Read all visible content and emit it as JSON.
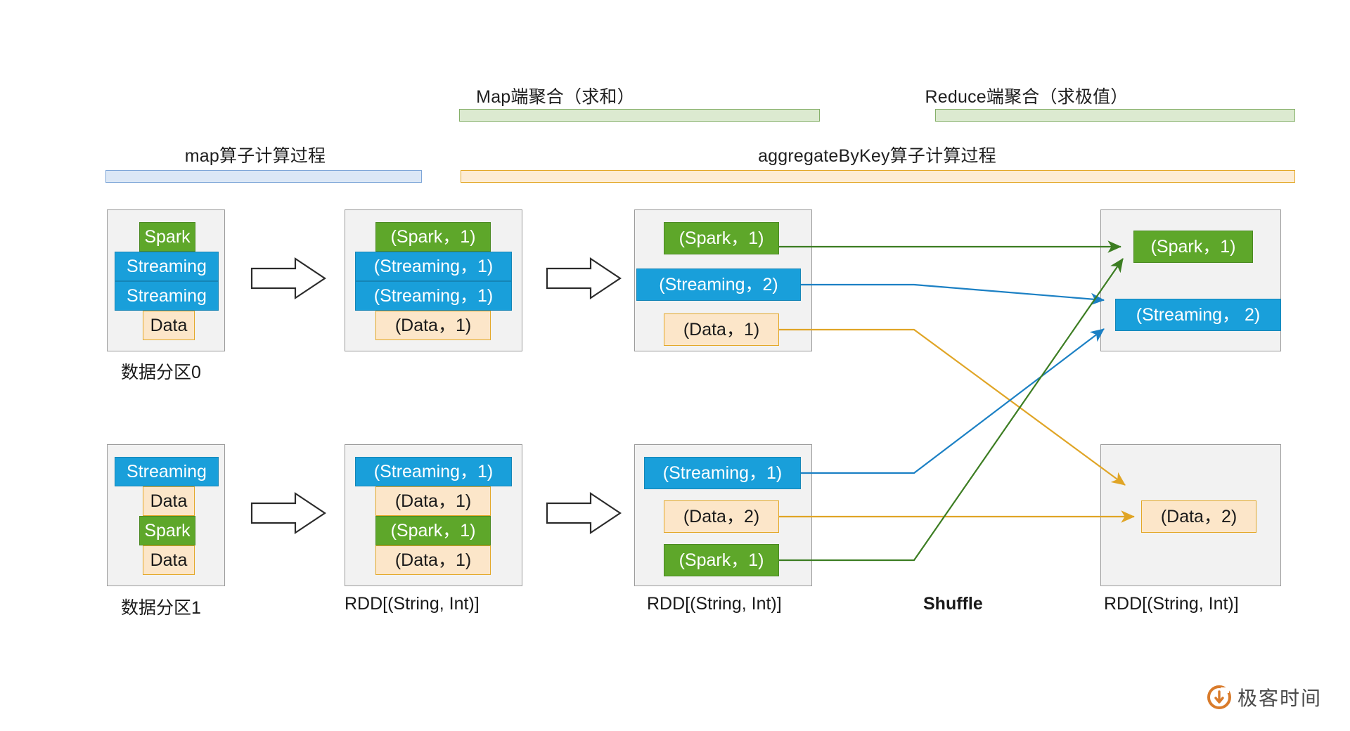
{
  "phases": [
    {
      "name": "map-phase",
      "label": "map算子计算过程",
      "bar_fill": "#dbe7f6",
      "bar_border": "#7ea6d8"
    },
    {
      "name": "aggregatebykey-phase",
      "label": "aggregateByKey算子计算过程",
      "bar_fill": "#fdecd4",
      "bar_border": "#e3a828"
    },
    {
      "name": "map-side-aggregation",
      "label": "Map端聚合（求和）",
      "bar_fill": "#dcead0",
      "bar_border": "#86b06a"
    },
    {
      "name": "reduce-side-aggregation",
      "label": "Reduce端聚合（求极值）",
      "bar_fill": "#dcead0",
      "bar_border": "#86b06a"
    }
  ],
  "columns": [
    {
      "name": "source-partitions",
      "caption_top": "数据分区0",
      "caption_bottom": "数据分区1",
      "top_rows": [
        {
          "text": "Spark",
          "color": "green"
        },
        {
          "text": "Streaming",
          "color": "blue"
        },
        {
          "text": "Streaming",
          "color": "blue"
        },
        {
          "text": "Data",
          "color": "peach"
        }
      ],
      "bottom_rows": [
        {
          "text": "Streaming",
          "color": "blue"
        },
        {
          "text": "Data",
          "color": "peach"
        },
        {
          "text": "Spark",
          "color": "green"
        },
        {
          "text": "Data",
          "color": "peach"
        }
      ]
    },
    {
      "name": "mapped-rdd",
      "caption_top": "",
      "caption_bottom": "RDD[(String, Int)]",
      "top_rows": [
        {
          "text": "(Spark，1)",
          "color": "green"
        },
        {
          "text": "(Streaming，1)",
          "color": "blue"
        },
        {
          "text": "(Streaming，1)",
          "color": "blue"
        },
        {
          "text": "(Data，1)",
          "color": "peach"
        }
      ],
      "bottom_rows": [
        {
          "text": "(Streaming，1)",
          "color": "blue"
        },
        {
          "text": "(Data，1)",
          "color": "peach"
        },
        {
          "text": "(Spark，1)",
          "color": "green"
        },
        {
          "text": "(Data，1)",
          "color": "peach"
        }
      ]
    },
    {
      "name": "map-aggregated-rdd",
      "caption_top": "",
      "caption_bottom": "RDD[(String, Int)]",
      "top_rows": [
        {
          "text": "(Spark，1)",
          "color": "green"
        },
        {
          "text": "(Streaming，2)",
          "color": "blue"
        },
        {
          "text": "(Data，1)",
          "color": "peach"
        }
      ],
      "bottom_rows": [
        {
          "text": "(Streaming，1)",
          "color": "blue"
        },
        {
          "text": "(Data，2)",
          "color": "peach"
        },
        {
          "text": "(Spark，1)",
          "color": "green"
        }
      ]
    },
    {
      "name": "reduce-aggregated-rdd",
      "caption_top": "",
      "caption_bottom": "RDD[(String, Int)]",
      "top_rows": [
        {
          "text": "(Spark，1)",
          "color": "green"
        },
        {
          "text": "(Streaming，  2)",
          "color": "blue"
        }
      ],
      "bottom_rows": [
        {
          "text": "(Data，2)",
          "color": "peach"
        }
      ]
    }
  ],
  "shuffle": {
    "label": "Shuffle",
    "line_colors": {
      "green": "#3c7d22",
      "blue": "#1b80c4",
      "orange": "#e0a526"
    }
  },
  "block_arrows": [
    {
      "name": "map-arrow-top-1"
    },
    {
      "name": "map-arrow-bottom-1"
    },
    {
      "name": "agg-arrow-top-2"
    },
    {
      "name": "agg-arrow-bottom-2"
    }
  ],
  "watermark": {
    "text": "极客时间",
    "logo_color": "#d97b2b"
  }
}
